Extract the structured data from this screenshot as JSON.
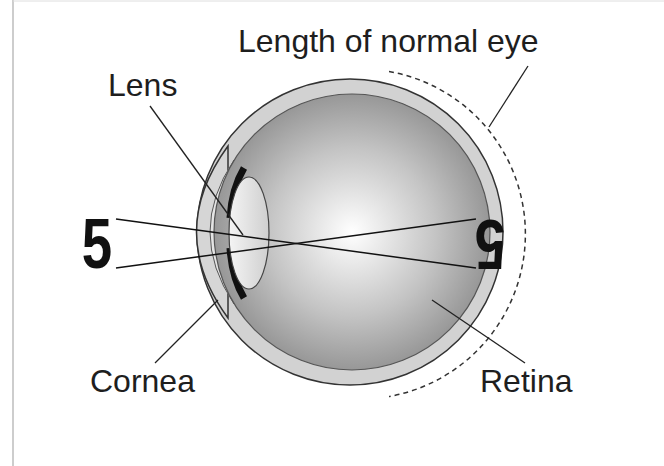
{
  "diagram": {
    "labels": [
      "Length of normal eye",
      "Lens",
      "5",
      "5",
      "Cornea",
      "Retina"
    ]
  }
}
